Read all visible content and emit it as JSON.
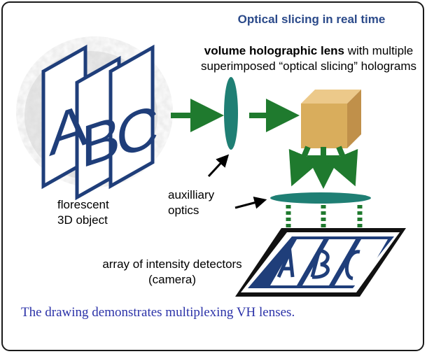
{
  "title": "Optical slicing in real time",
  "lens_label_bold": "volume holographic lens",
  "lens_label_rest": " with multiple superimposed “optical slicing” holograms",
  "object_label_line1": "florescent",
  "object_label_line2": "3D object",
  "aux_label_line1": "auxilliary",
  "aux_label_line2": "optics",
  "detector_label_line1": "array of intensity detectors",
  "detector_label_line2": "(camera)",
  "caption": "The drawing demonstrates multiplexing VH lenses.",
  "slices": [
    "A",
    "B",
    "C"
  ],
  "colors": {
    "title": "#2b4a8a",
    "slice_stroke": "#1f3e7a",
    "arrow_green": "#1f7a2e",
    "lens_teal": "#1f7f74",
    "cube_face": "#d9ad5c",
    "caption": "#2b32a8"
  }
}
